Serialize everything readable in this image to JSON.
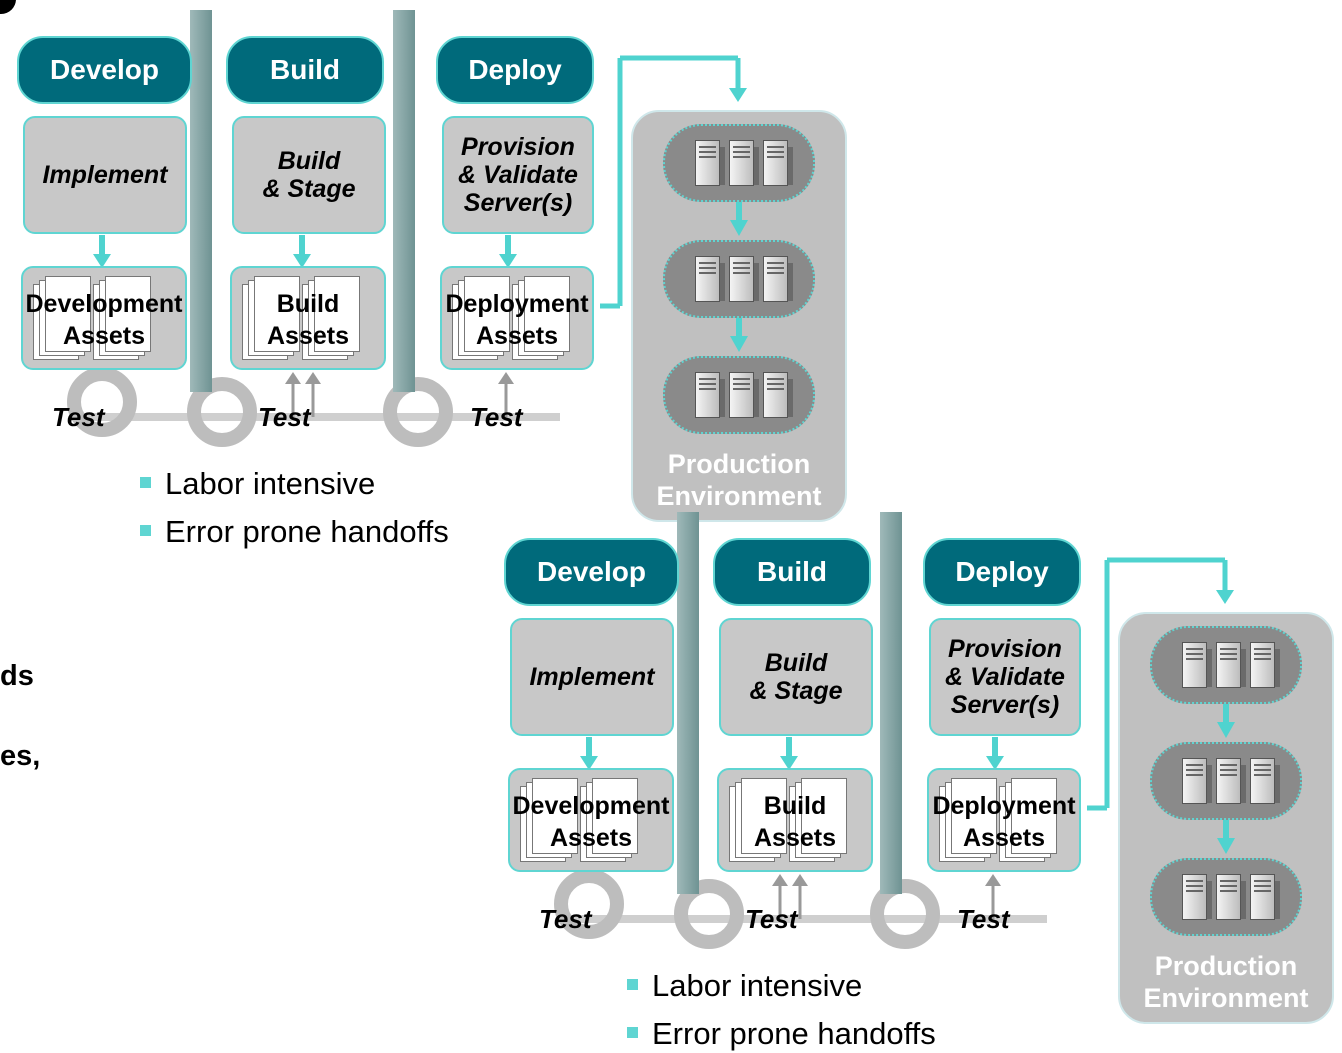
{
  "diagrams": [
    {
      "phases": [
        "Develop",
        "Build",
        "Deploy"
      ],
      "steps": [
        "Implement",
        "Build\n& Stage",
        "Provision\n& Validate\nServer(s)"
      ],
      "assets": [
        "Development\nAssets",
        "Build\nAssets",
        "Deployment\nAssets"
      ],
      "test_label": "Test",
      "production_label": "Production\nEnvironment",
      "bullets": [
        "Labor intensive",
        "Error prone handoffs"
      ]
    },
    {
      "phases": [
        "Develop",
        "Build",
        "Deploy"
      ],
      "steps": [
        "Implement",
        "Build\n& Stage",
        "Provision\n& Validate\nServer(s)"
      ],
      "assets": [
        "Development\nAssets",
        "Build\nAssets",
        "Deployment\nAssets"
      ],
      "test_label": "Test",
      "production_label": "Production\nEnvironment",
      "bullets": [
        "Labor intensive",
        "Error prone handoffs"
      ]
    }
  ],
  "side_text_fragments": [
    "ds",
    "es,"
  ],
  "colors": {
    "phase_fill": "#006a7b",
    "accent": "#5fd5d2",
    "box_fill": "#c8c8c8",
    "pillar": "#7f9f9f"
  }
}
